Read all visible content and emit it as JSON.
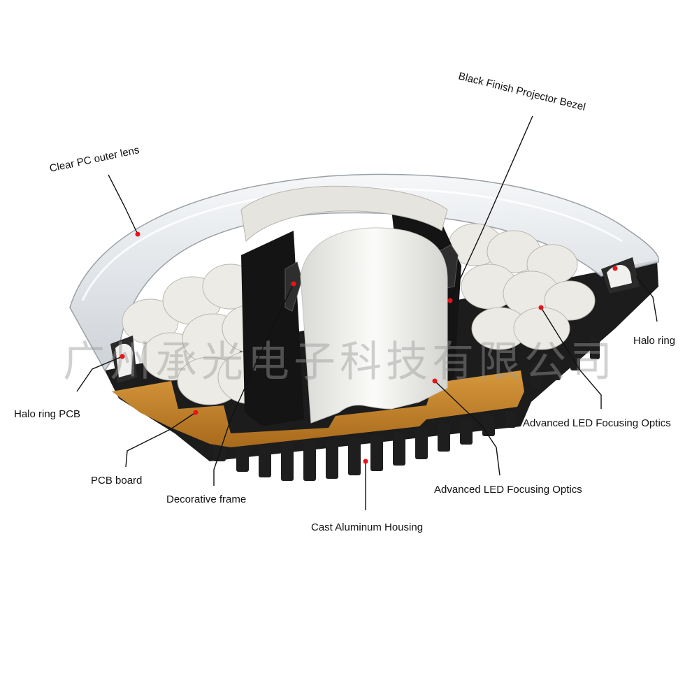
{
  "labels": {
    "clear_pc_outer_lens": "Clear PC outer lens",
    "black_finish_projector_bezel": "Black Finish Projector Bezel",
    "halo_ring_right": "Halo ring",
    "halo_ring_pcb": "Halo ring PCB",
    "advanced_led_focusing_optics_upper": "Advanced LED Focusing Optics",
    "pcb_board": "PCB board",
    "decorative_frame": "Decorative frame",
    "advanced_led_focusing_optics_lower": "Advanced LED Focusing Optics",
    "cast_aluminum_housing": "Cast Aluminum Housing"
  },
  "watermark": "广州承光电子科技有限公司",
  "colors": {
    "leader_dot": "#e8141c",
    "pcb": "#c8862e",
    "housing": "#1c1c1c",
    "lens": "#dfe3e8",
    "reflector": "#f2f2f0"
  }
}
